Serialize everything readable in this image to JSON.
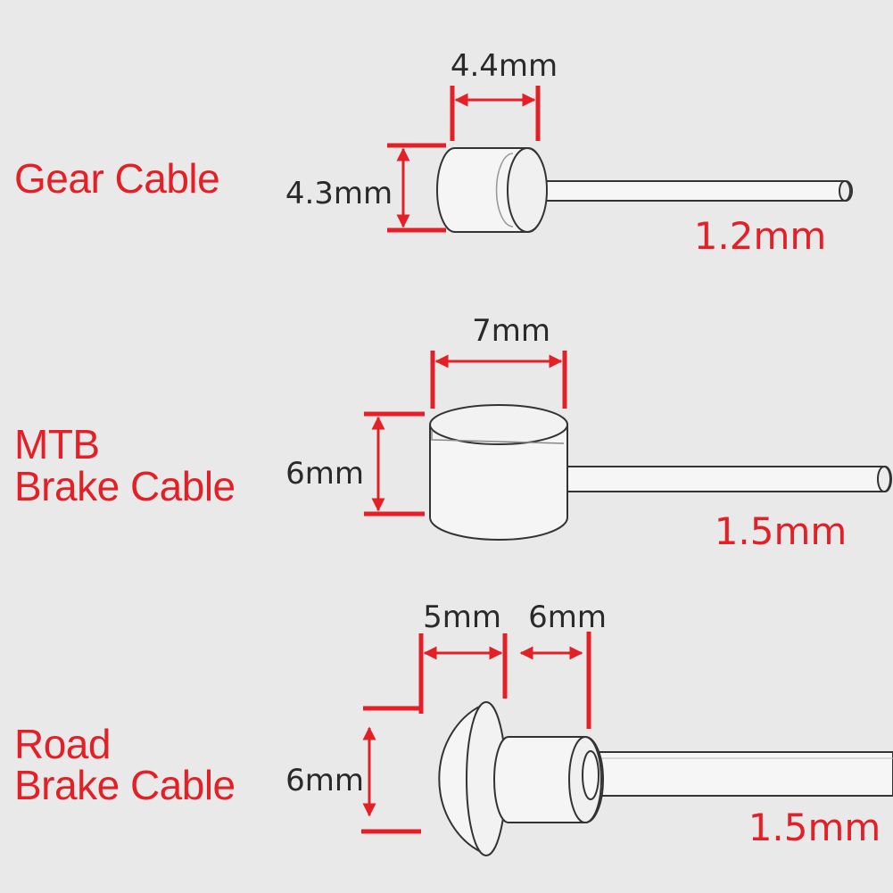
{
  "sections": {
    "gear": {
      "label": "Gear Cable",
      "head_width": "4.4mm",
      "head_height": "4.3mm",
      "wire_diameter": "1.2mm"
    },
    "mtb": {
      "label_line1": "MTB",
      "label_line2": "Brake Cable",
      "head_width": "7mm",
      "head_height": "6mm",
      "wire_diameter": "1.5mm"
    },
    "road": {
      "label_line1": "Road",
      "label_line2": "Brake Cable",
      "dome_width": "5mm",
      "neck_width": "6mm",
      "head_height": "6mm",
      "wire_diameter": "1.5mm"
    }
  },
  "colors": {
    "accent": "#e41f26",
    "background": "#e9e9e9",
    "outline": "#333333",
    "metal": "#f4f4f4"
  }
}
